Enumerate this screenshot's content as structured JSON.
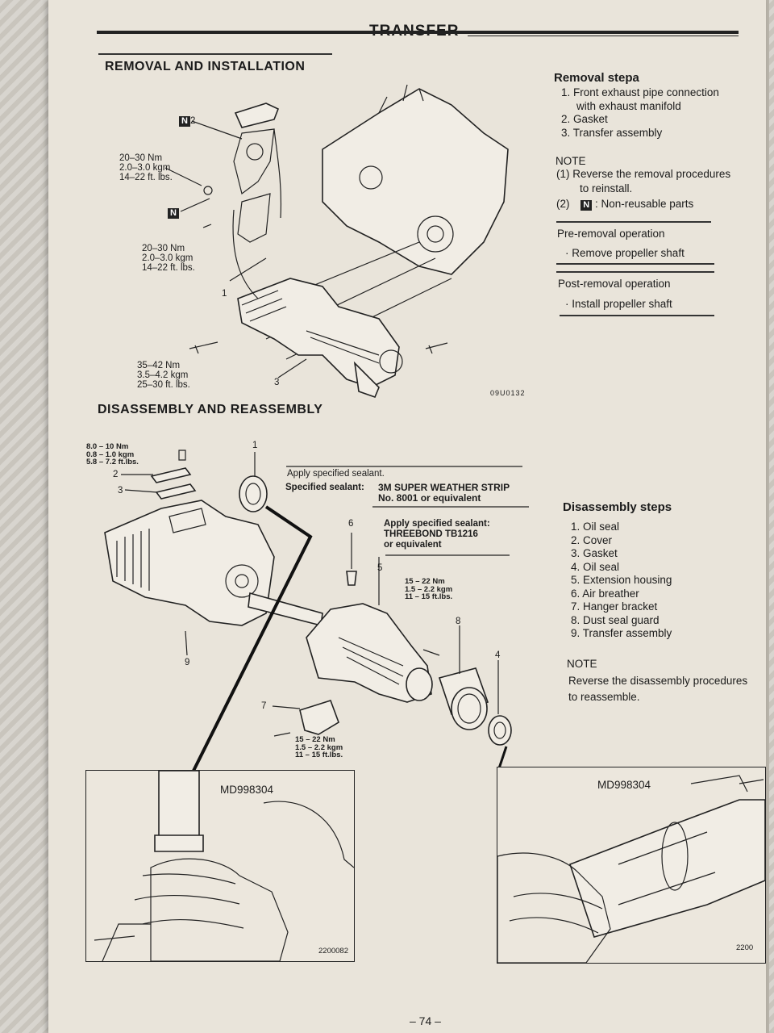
{
  "header": {
    "title": "TRANSFER"
  },
  "removal": {
    "title": "REMOVAL AND INSTALLATION",
    "steps_title": "Removal stepa",
    "steps": [
      "1. Front exhaust pipe connection",
      "with exhaust manifold",
      "2. Gasket",
      "3. Transfer assembly"
    ],
    "note_title": "NOTE",
    "note1": "(1)  Reverse the removal procedures",
    "note1b": "to reinstall.",
    "note2_prefix": "(2)",
    "note2_badge": "N",
    "note2_text": ":  Non-reusable parts",
    "pre_title": "Pre-removal operation",
    "pre_item": "· Remove propeller shaft",
    "post_title": "Post-removal operation",
    "post_item": "· Install propeller shaft",
    "torque1": [
      "20–30 Nm",
      "2.0–3.0 kgm",
      "14–22 ft. lbs."
    ],
    "torque2": [
      "20–30 Nm",
      "2.0–3.0 kgm",
      "14–22 ft. lbs."
    ],
    "torque3": [
      "35–42 Nm",
      "3.5–4.2 kgm",
      "25–30 ft. lbs."
    ],
    "callout_n2": "2",
    "callout_n2_badge": "N",
    "callout_n_badge": "N",
    "callout_1": "1",
    "callout_3": "3",
    "figure_code": "09U0132"
  },
  "disassembly": {
    "title": "DISASSEMBLY AND REASSEMBLY",
    "steps_title": "Disassembly steps",
    "steps": [
      "1.  Oil seal",
      "2.  Cover",
      "3.  Gasket",
      "4.  Oil seal",
      "5.  Extension housing",
      "6.  Air breather",
      "7.  Hanger bracket",
      "8.  Dust seal guard",
      "9.  Transfer assembly"
    ],
    "note_title": "NOTE",
    "note_text1": "Reverse the disassembly procedures",
    "note_text2": "to reassemble.",
    "sealant1": "Apply specified sealant.",
    "sealant_label": "Specified sealant:",
    "sealant_value1": "3M SUPER WEATHER STRIP",
    "sealant_value2": "No. 8001 or equivalent",
    "sealant2_1": "Apply specified sealant:",
    "sealant2_2": "THREEBOND TB1216",
    "sealant2_3": "or equivalent",
    "torque_a": [
      "8.0 – 10 Nm",
      "0.8 – 1.0 kgm",
      "5.8 – 7.2 ft.lbs."
    ],
    "torque_b": [
      "15 – 22 Nm",
      "1.5 – 2.2 kgm",
      "11 – 15 ft.lbs."
    ],
    "torque_c": [
      "15 – 22 Nm",
      "1.5 – 2.2 kgm",
      "11 – 15 ft.lbs."
    ],
    "callouts": [
      "1",
      "2",
      "3",
      "4",
      "5",
      "6",
      "7",
      "8",
      "9"
    ],
    "tool_left": "MD998304",
    "tool_right": "MD998304",
    "code_left": "2200082",
    "code_right": "2200"
  },
  "footer": {
    "page": "– 74 –"
  }
}
